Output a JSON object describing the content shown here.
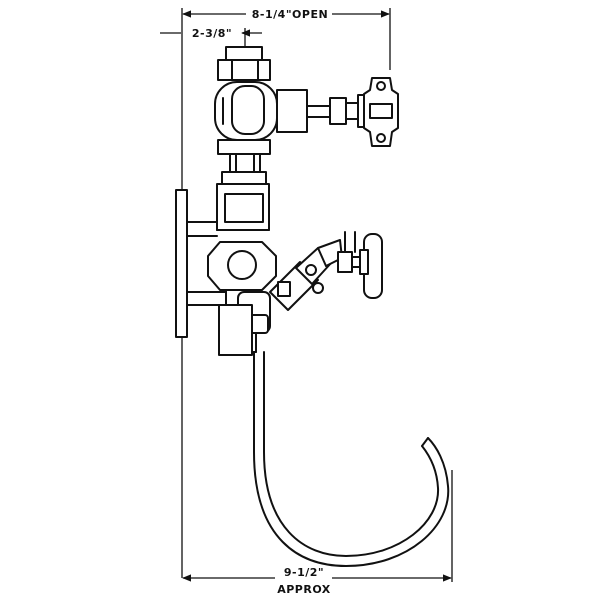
{
  "diagram": {
    "dim_top_label": "8-1/4\"OPEN",
    "dim_small_label": "2-3/8\"",
    "dim_bottom_label": "9-1/2\"",
    "dim_bottom_sub": "APPROX",
    "line_color": "#111111",
    "background": "#ffffff"
  }
}
